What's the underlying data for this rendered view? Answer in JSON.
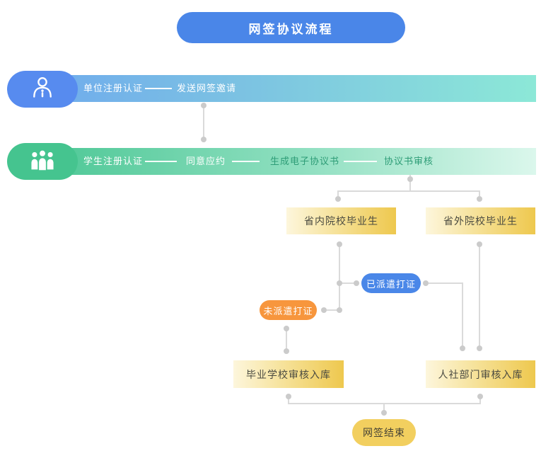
{
  "title": "网签协议流程",
  "lanes": [
    {
      "role": "employer",
      "icon": "person-icon",
      "steps": [
        "单位注册认证",
        "发送网签邀请"
      ]
    },
    {
      "role": "student",
      "icon": "people-icon",
      "steps": [
        "学生注册认证",
        "同意应约",
        "生成电子协议书",
        "协议书审核"
      ]
    }
  ],
  "nodes": {
    "in_province": "省内院校毕业生",
    "out_province": "省外院校毕业生",
    "dispatched": "已派遣打证",
    "undispatched": "未派遣打证",
    "school_audit": "毕业学校审核入库",
    "hr_audit": "人社部门审核入库",
    "finish": "网签结束"
  },
  "colors": {
    "primary_blue": "#4a86e8",
    "lane1_pill": "#578bef",
    "lane1_gradient": [
      "#6ea8ee",
      "#8ce8d7"
    ],
    "lane2_pill": "#45c48f",
    "lane2_gradient": [
      "#46c591",
      "#dbf7ec"
    ],
    "green_text": "#2e9d77",
    "gold_gradient": [
      "#fdf6dc",
      "#eec84e"
    ],
    "orange": "#f7963d",
    "finish_yellow": "#f2cf5f",
    "connector_gray": "#dadada"
  }
}
